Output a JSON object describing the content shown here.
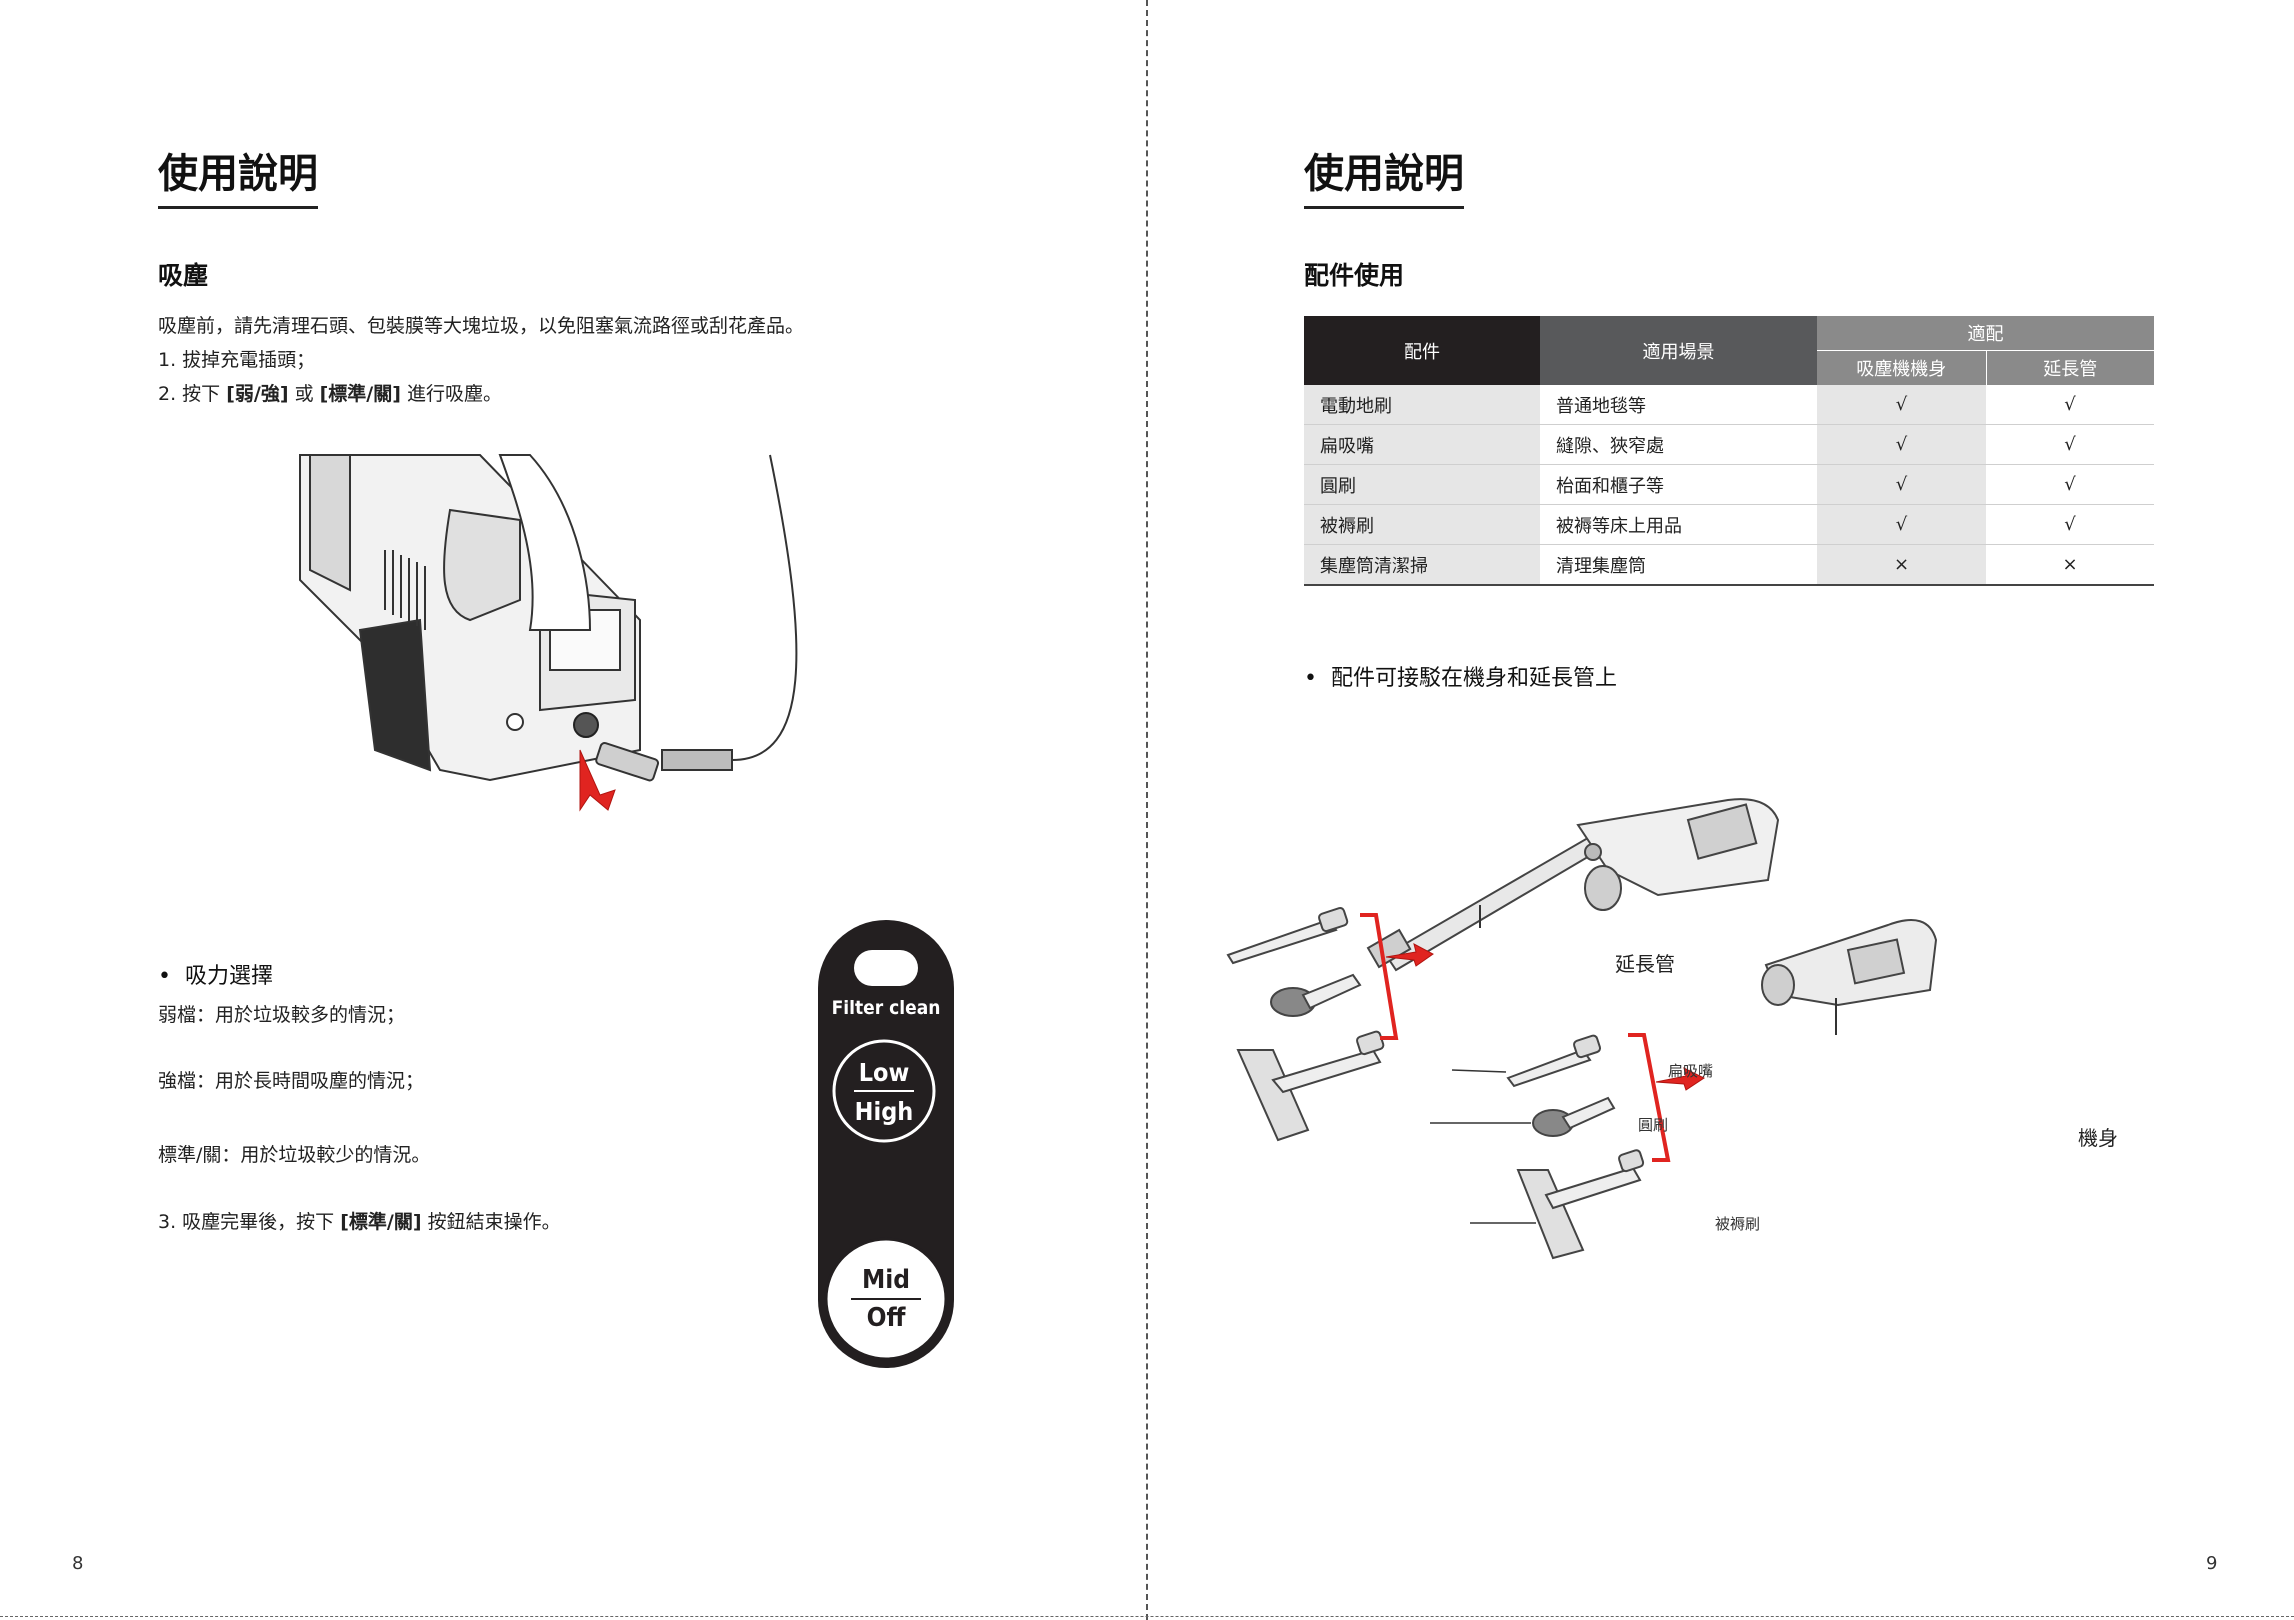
{
  "left_page": {
    "title": "使用說明",
    "section_title": "吸塵",
    "intro": "吸塵前，請先清理石頭、包裝膜等大塊垃圾，以免阻塞氣流路徑或刮花產品。",
    "step1": "1. 拔掉充電插頭；",
    "step2_prefix": "2. 按下 ",
    "step2_key1": "[弱/強]",
    "step2_mid": " 或 ",
    "step2_key2": "[標準/關]",
    "step2_suffix": " 進行吸塵。",
    "bullet": "吸力選擇",
    "mode_weak": "弱檔：用於垃圾較多的情況；",
    "mode_strong": "強檔：用於長時間吸塵的情況；",
    "mode_standard": "標準/關：用於垃圾較少的情況。",
    "step3_prefix": "3. 吸塵完畢後，按下 ",
    "step3_key": "[標準/關]",
    "step3_suffix": " 按鈕結束操作。",
    "panel": {
      "filter_label": "Filter clean",
      "btn1_top": "Low",
      "btn1_bottom": "High",
      "btn2_top": "Mid",
      "btn2_bottom": "Off"
    },
    "page_number": "8"
  },
  "right_page": {
    "title": "使用說明",
    "section_title": "配件使用",
    "table": {
      "header_accessory": "配件",
      "header_scene": "適用場景",
      "header_fit": "適配",
      "header_body": "吸塵機機身",
      "header_tube": "延長管",
      "rows": [
        {
          "accessory": "電動地刷",
          "scene": "普通地毯等",
          "body": "√",
          "tube": "√"
        },
        {
          "accessory": "扁吸嘴",
          "scene": "縫隙、狹窄處",
          "body": "√",
          "tube": "√"
        },
        {
          "accessory": "圓刷",
          "scene": "枱面和櫃子等",
          "body": "√",
          "tube": "√"
        },
        {
          "accessory": "被褥刷",
          "scene": "被褥等床上用品",
          "body": "√",
          "tube": "√"
        },
        {
          "accessory": "集塵筒清潔掃",
          "scene": "清理集塵筒",
          "body": "×",
          "tube": "×"
        }
      ]
    },
    "bullet": "配件可接駁在機身和延長管上",
    "figure_labels": {
      "tube": "延長管",
      "body": "機身",
      "crevice": "扁吸嘴",
      "round_brush": "圓刷",
      "bed_brush": "被褥刷"
    },
    "page_number": "9"
  },
  "colors": {
    "header_dark": "#231f20",
    "header_mid": "#58595b",
    "header_light": "#8a8a8a",
    "accent_red": "#e02420",
    "row_shade": "#e6e6e6"
  }
}
